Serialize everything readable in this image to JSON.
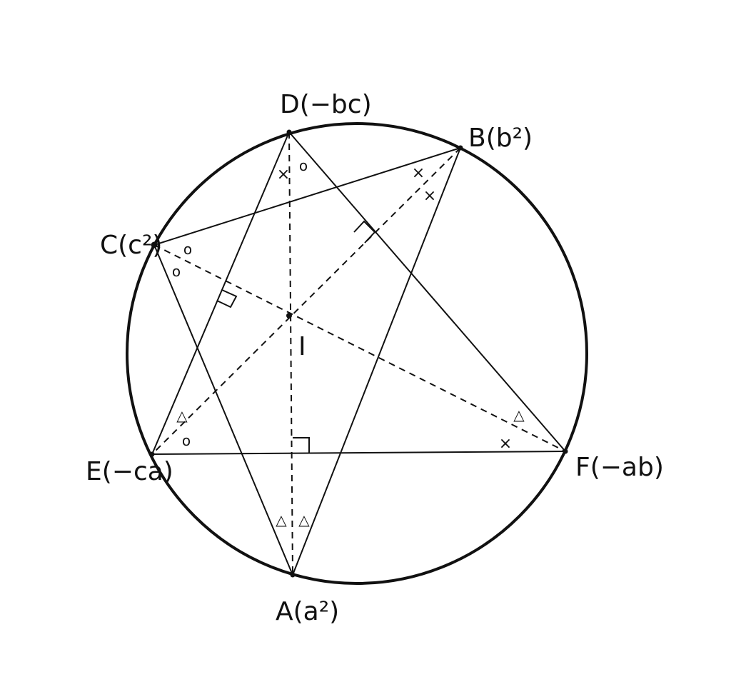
{
  "points": [
    {
      "id": "A",
      "label": "A(a²)"
    },
    {
      "id": "B",
      "label": "B(b²)"
    },
    {
      "id": "C",
      "label": "C(c²)"
    },
    {
      "id": "D",
      "label": "D(−bc)"
    },
    {
      "id": "E",
      "label": "E(−ca)"
    },
    {
      "id": "F",
      "label": "F(−ab)"
    }
  ],
  "center_label": "I",
  "angle_marks": {
    "circle": "o",
    "cross": "×",
    "triangle": "△"
  },
  "colors": {
    "ink": "#111111",
    "background": "#ffffff"
  }
}
